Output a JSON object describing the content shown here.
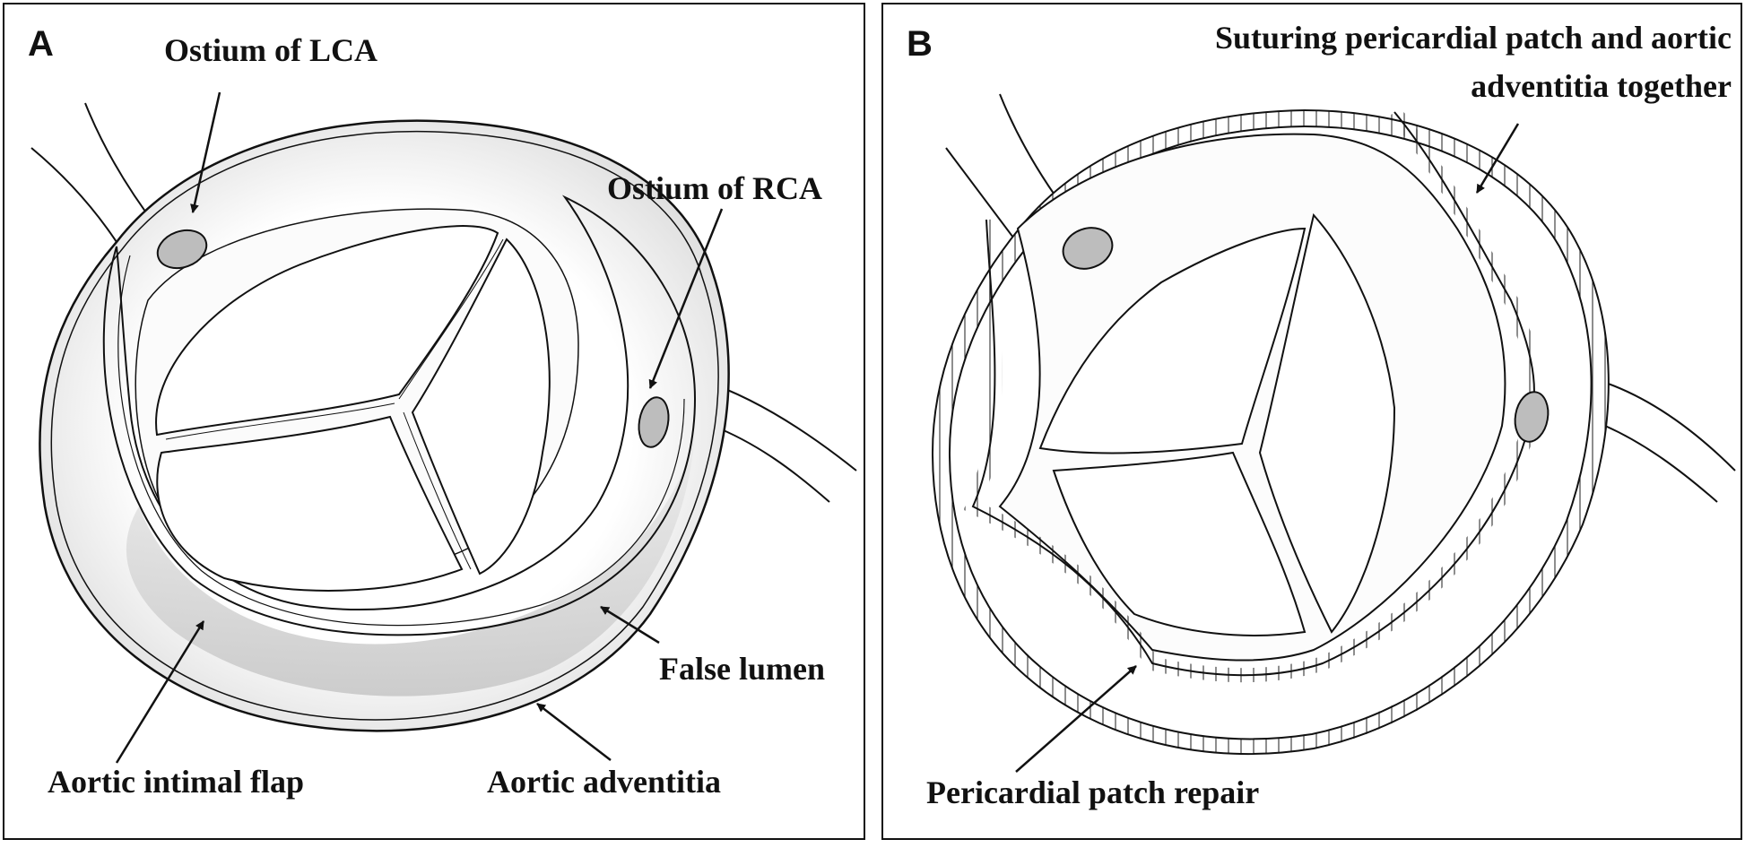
{
  "panel_a": {
    "letter": "A",
    "labels": {
      "ostium_lca": "Ostium of LCA",
      "ostium_rca": "Ostium of RCA",
      "false_lumen": "False lumen",
      "aortic_intimal_flap": "Aortic intimal  flap",
      "aortic_adventitia": "Aortic adventitia"
    }
  },
  "panel_b": {
    "letter": "B",
    "labels": {
      "suturing_line1": "Suturing pericardial patch and aortic",
      "suturing_line2": "adventitia together",
      "pericardial_patch_repair": "Pericardial patch repair"
    }
  },
  "colors": {
    "ink": "#111111",
    "shade": "#9a9a9a",
    "background": "#ffffff"
  }
}
